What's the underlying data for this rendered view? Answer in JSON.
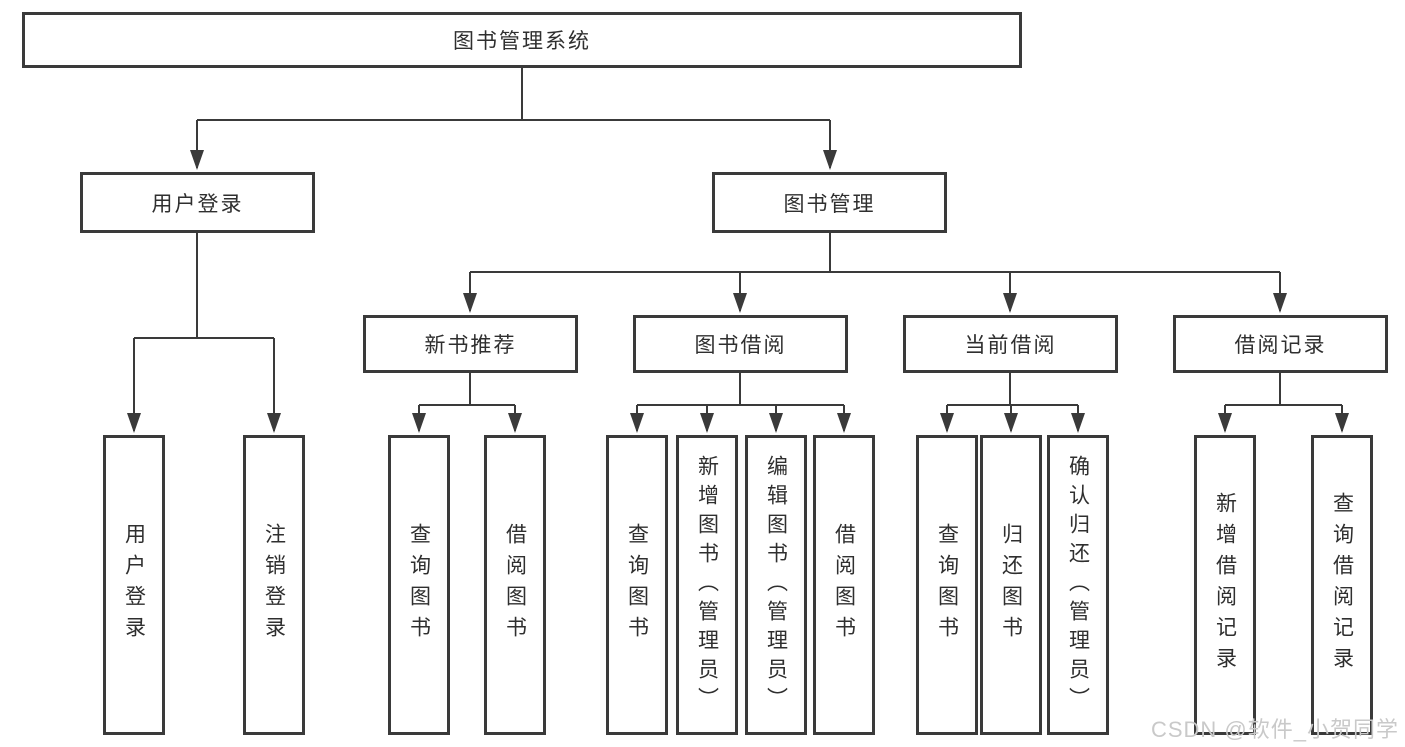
{
  "diagram": {
    "root": {
      "label": "图书管理系统"
    },
    "branches": [
      {
        "label": "用户登录",
        "children": [
          {
            "label": "用户登录"
          },
          {
            "label": "注销登录"
          }
        ]
      },
      {
        "label": "图书管理",
        "children": [
          {
            "label": "新书推荐",
            "children": [
              {
                "label": "查询图书"
              },
              {
                "label": "借阅图书"
              }
            ]
          },
          {
            "label": "图书借阅",
            "children": [
              {
                "label": "查询图书"
              },
              {
                "label": "新增图书（管理员）"
              },
              {
                "label": "编辑图书（管理员）"
              },
              {
                "label": "借阅图书"
              }
            ]
          },
          {
            "label": "当前借阅",
            "children": [
              {
                "label": "查询图书"
              },
              {
                "label": "归还图书"
              },
              {
                "label": "确认归还（管理员）"
              }
            ]
          },
          {
            "label": "借阅记录",
            "children": [
              {
                "label": "新增借阅记录"
              },
              {
                "label": "查询借阅记录"
              }
            ]
          }
        ]
      }
    ]
  },
  "watermark": "CSDN @软件_小贺同学",
  "colors": {
    "line": "#3a3a3a",
    "box_border": "#3a3a3a",
    "text": "#2f2f2f",
    "watermark": "#c9c9c9",
    "background": "#ffffff"
  }
}
